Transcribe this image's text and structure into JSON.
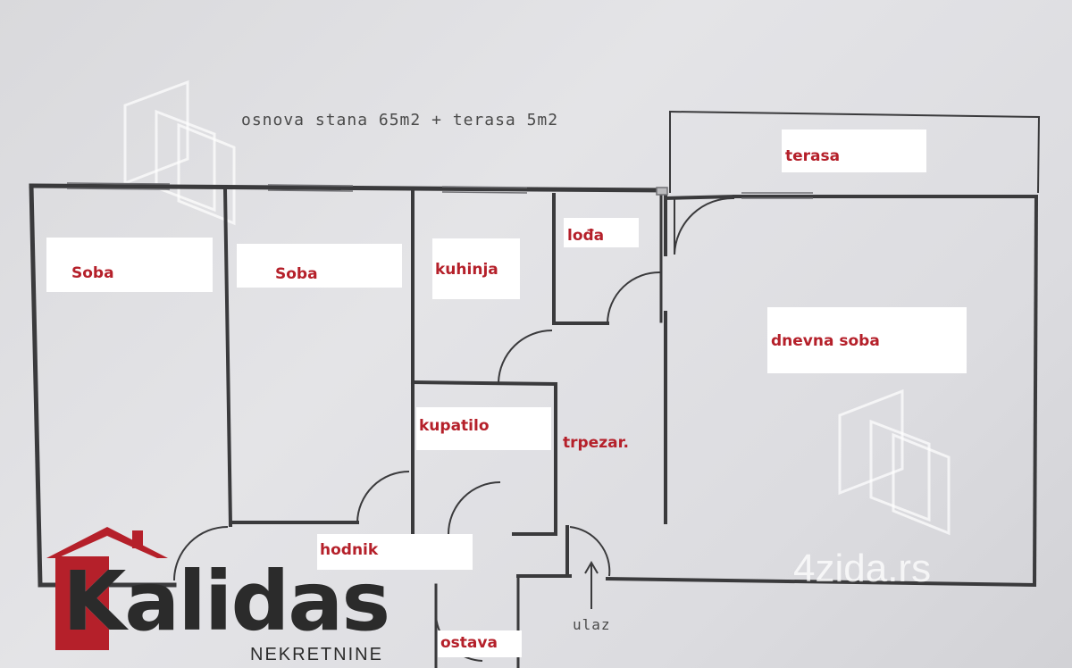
{
  "header": {
    "caption": "osnova stana 65m2 + terasa 5m2"
  },
  "rooms": {
    "soba_1": "Soba",
    "soba_2": "Soba",
    "kuhinja": "kuhinja",
    "loda": "lođa",
    "terasa": "terasa",
    "dnevna_soba": "dnevna soba",
    "kupatilo": "kupatilo",
    "trpezar": "trpezar.",
    "hodnik": "hodnik",
    "ostava": "ostava"
  },
  "entrance": {
    "label": "ulaz"
  },
  "logo": {
    "name": "Kalidas",
    "subtitle": "NEKRETNINE",
    "color": "#b5202a"
  },
  "watermark": {
    "text": "4zida.rs"
  }
}
